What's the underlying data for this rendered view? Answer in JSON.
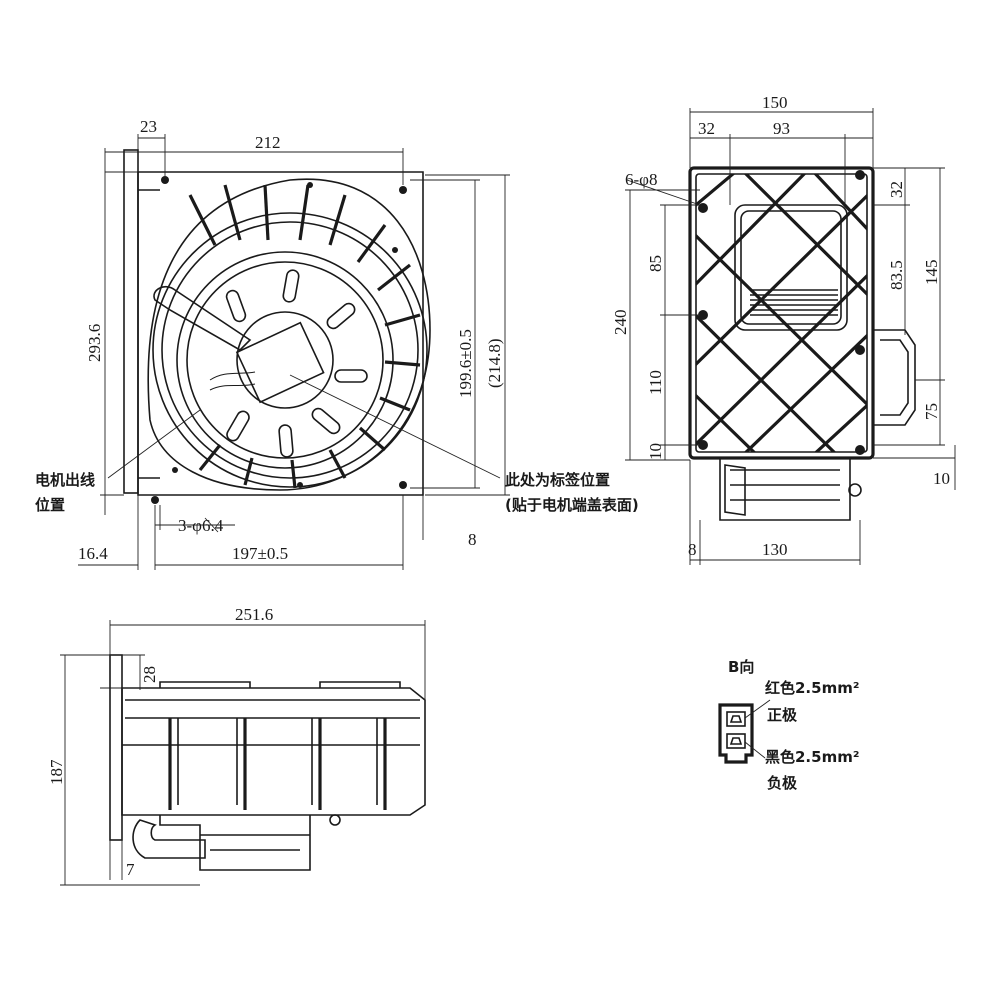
{
  "front_view": {
    "dim_23": "23",
    "dim_212": "212",
    "dim_293_6": "293.6",
    "dim_199_6": "199.6±0.5",
    "dim_214_8": "(214.8)",
    "dim_16_4": "16.4",
    "dim_197": "197±0.5",
    "dim_8": "8",
    "dim_holes": "3-φ6.4",
    "note_motor_wire_1": "电机出线",
    "note_motor_wire_2": "位置",
    "note_label_1": "此处为标签位置",
    "note_label_2": "(贴于电机端盖表面)"
  },
  "side_view": {
    "dim_150": "150",
    "dim_32_top": "32",
    "dim_93": "93",
    "dim_holes": "6-φ8",
    "dim_240": "240",
    "dim_85": "85",
    "dim_110": "110",
    "dim_10_left": "10",
    "dim_32_right": "32",
    "dim_83_5": "83.5",
    "dim_145": "145",
    "dim_75": "75",
    "dim_10_right": "10",
    "dim_8": "8",
    "dim_130": "130"
  },
  "top_view": {
    "dim_251_6": "251.6",
    "dim_28": "28",
    "dim_187": "187",
    "dim_7": "7"
  },
  "b_view": {
    "title": "B向",
    "red_wire": "红色2.5mm²",
    "positive": "正极",
    "black_wire": "黑色2.5mm²",
    "negative": "负极"
  }
}
